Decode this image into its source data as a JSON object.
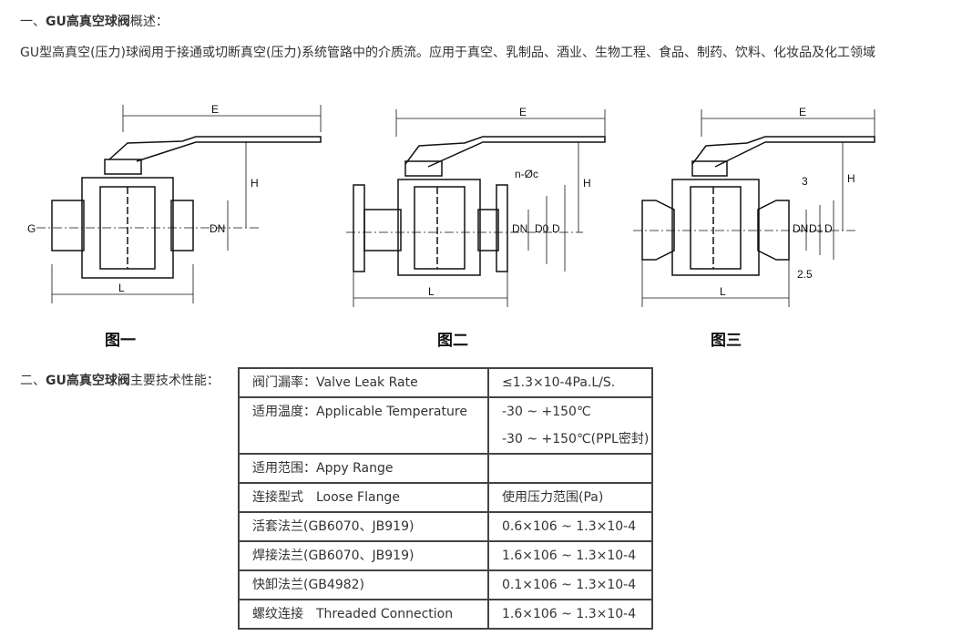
{
  "section1": {
    "prefix": "一、",
    "bold": "GU高真空球阀",
    "suffix": "概述：",
    "body": "GU型高真空(压力)球阀用于接通或切断真空(压力)系统管路中的介质流。应用于真空、乳制品、酒业、生物工程、食品、制药、饮料、化妆品及化工领域"
  },
  "figures": [
    {
      "caption": "图一",
      "labels": {
        "E": "E",
        "H": "H",
        "G": "G",
        "DN": "DN",
        "L": "L"
      }
    },
    {
      "caption": "图二",
      "labels": {
        "E": "E",
        "H": "H",
        "nc": "n-Øc",
        "DN": "DN",
        "D0": "D0",
        "D": "D",
        "L": "L"
      }
    },
    {
      "caption": "图三",
      "labels": {
        "E": "E",
        "H": "H",
        "three": "3",
        "DN": "DN",
        "D1": "D1",
        "D": "D",
        "twofive": "2.5",
        "L": "L"
      }
    }
  ],
  "section2": {
    "prefix": "二、",
    "bold": "GU高真空球阀",
    "suffix": "主要技术性能："
  },
  "table": {
    "rows": [
      {
        "label": "阀门漏率：Valve Leak Rate",
        "values": [
          "≤1.3×10-4Pa.L/S."
        ]
      },
      {
        "label": "适用温度：Applicable Temperature",
        "values": [
          "-30 ~ +150℃",
          "-30 ~ +150℃(PPL密封)"
        ]
      },
      {
        "label": "适用范围：Appy Range",
        "values": [
          ""
        ]
      },
      {
        "label": "连接型式　Loose Flange",
        "values": [
          "使用压力范围(Pa)"
        ]
      },
      {
        "label": "活套法兰(GB6070、JB919)",
        "values": [
          "0.6×106 ~ 1.3×10-4"
        ]
      },
      {
        "label": "焊接法兰(GB6070、JB919)",
        "values": [
          "1.6×106 ~ 1.3×10-4"
        ]
      },
      {
        "label": "快卸法兰(GB4982)",
        "values": [
          "0.1×106 ~ 1.3×10-4"
        ]
      },
      {
        "label": "螺纹连接　Threaded Connection",
        "values": [
          "1.6×106 ~ 1.3×10-4"
        ]
      }
    ]
  }
}
